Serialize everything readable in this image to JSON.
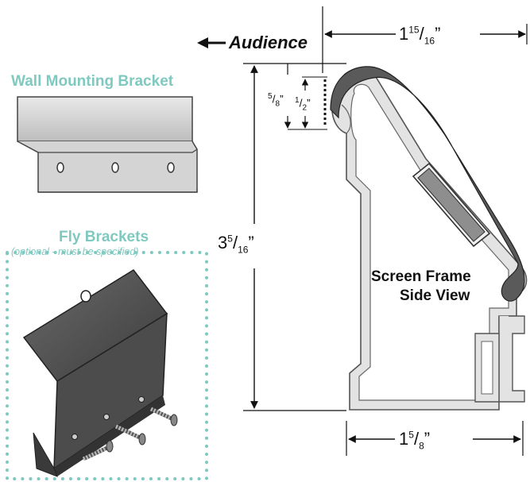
{
  "audience_label": "Audience",
  "wall_bracket": {
    "title": "Wall Mounting Bracket"
  },
  "fly_brackets": {
    "title": "Fly Brackets",
    "subtitle": "(optional - must be specified)"
  },
  "frame": {
    "title_line1": "Screen Frame",
    "title_line2": "Side View"
  },
  "dimensions": {
    "top_width": {
      "whole": "1",
      "num": "15",
      "den": "16",
      "unit": "”"
    },
    "height": {
      "whole": "3",
      "num": "5",
      "den": "16",
      "unit": "”"
    },
    "bottom_width": {
      "whole": "1",
      "num": "5",
      "den": "8",
      "unit": "”"
    },
    "lip_outer": {
      "num": "5",
      "den": "8",
      "unit": "”"
    },
    "lip_inner": {
      "num": "1",
      "den": "2",
      "unit": "”"
    }
  },
  "colors": {
    "teal": "#7fc9c0",
    "frame_fill": "#d9d9d9",
    "frame_stroke": "#555555",
    "vinyl": "#5a5a5a"
  }
}
